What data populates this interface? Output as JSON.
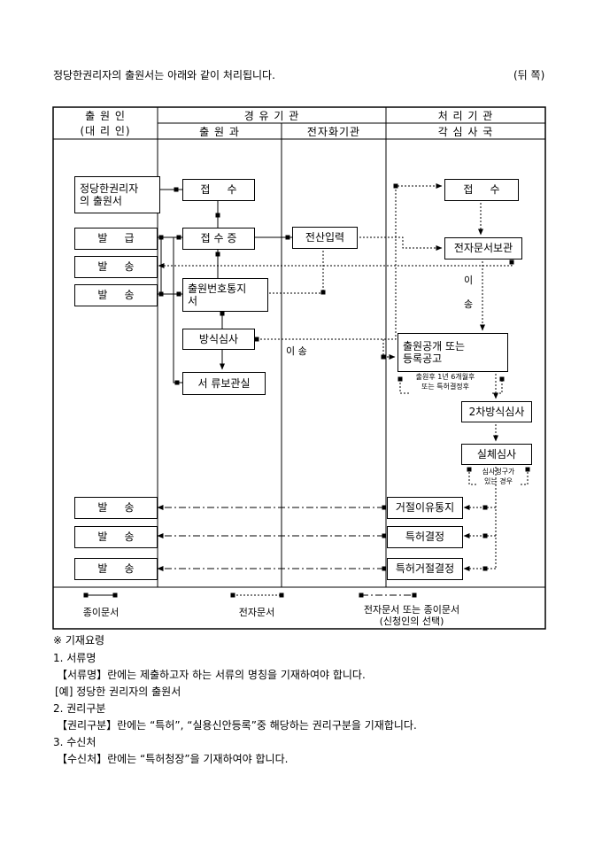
{
  "page": {
    "intro": "정당한권리자의 출원서는 아래와 같이 처리됩니다.",
    "side_label": "(뒤 쪽)"
  },
  "flowchart": {
    "headers": {
      "applicant_line1": "출 원 인",
      "applicant_line2": "(대 리 인)",
      "via_org": "경 유 기 관",
      "processing_org": "처 리 기 관",
      "application_division": "출 원 과",
      "digitization_org": "전자화기관",
      "exam_bureau": "각 심 사 국"
    },
    "boxes": {
      "applicant_doc": {
        "line1": "정당한권리자",
        "line2": "의 출원서"
      },
      "issue": "발     급",
      "send": "발     송",
      "receipt_app_div": "접     수",
      "receipt_cert": "접 수 증",
      "app_number_notice": {
        "line1": "출원번호통지",
        "line2": "서"
      },
      "formality_exam": "방식심사",
      "doc_storage": "서 류보관실",
      "computer_input": "전산입력",
      "receipt_bureau": "접     수",
      "edoc_storage": "전자문서보관",
      "publication": {
        "line1": "출원공개 또는",
        "line2": "등록공고"
      },
      "second_formality_exam": "2차방식심사",
      "substantive_exam": "실체심사",
      "rejection_notice": "거절이유통지",
      "patent_decision": "특허결정",
      "patent_rejection_decision": "특허거절결정"
    },
    "annotations": {
      "transfer_h": "이 송",
      "transfer_v1": "이",
      "transfer_v2": "송",
      "publication_note_1": "출원후 1년 6개월후",
      "publication_note_2": "또는 특허결정후",
      "exam_request_note_1": "심사청구가",
      "exam_request_note_2": "있는 경우"
    },
    "legend": {
      "paper": "종이문서",
      "electronic": "전자문서",
      "choice_line1": "전자문서 또는 종이문서",
      "choice_line2": "(신청인의 선택)"
    }
  },
  "instructions": {
    "heading": "※ 기재요령",
    "lines": [
      "1. 서류명",
      "【서류명】란에는 제출하고자 하는 서류의 명칭을 기재하여야 합니다.",
      "[예] 정당한 권리자의 출원서",
      "2. 권리구분",
      "【권리구분】란에는 “특허”, “실용신안등록”중 해당하는 권리구분을 기재합니다.",
      "3. 수신처",
      "【수신처】란에는 “특허청장”을 기재하여야 합니다."
    ]
  }
}
